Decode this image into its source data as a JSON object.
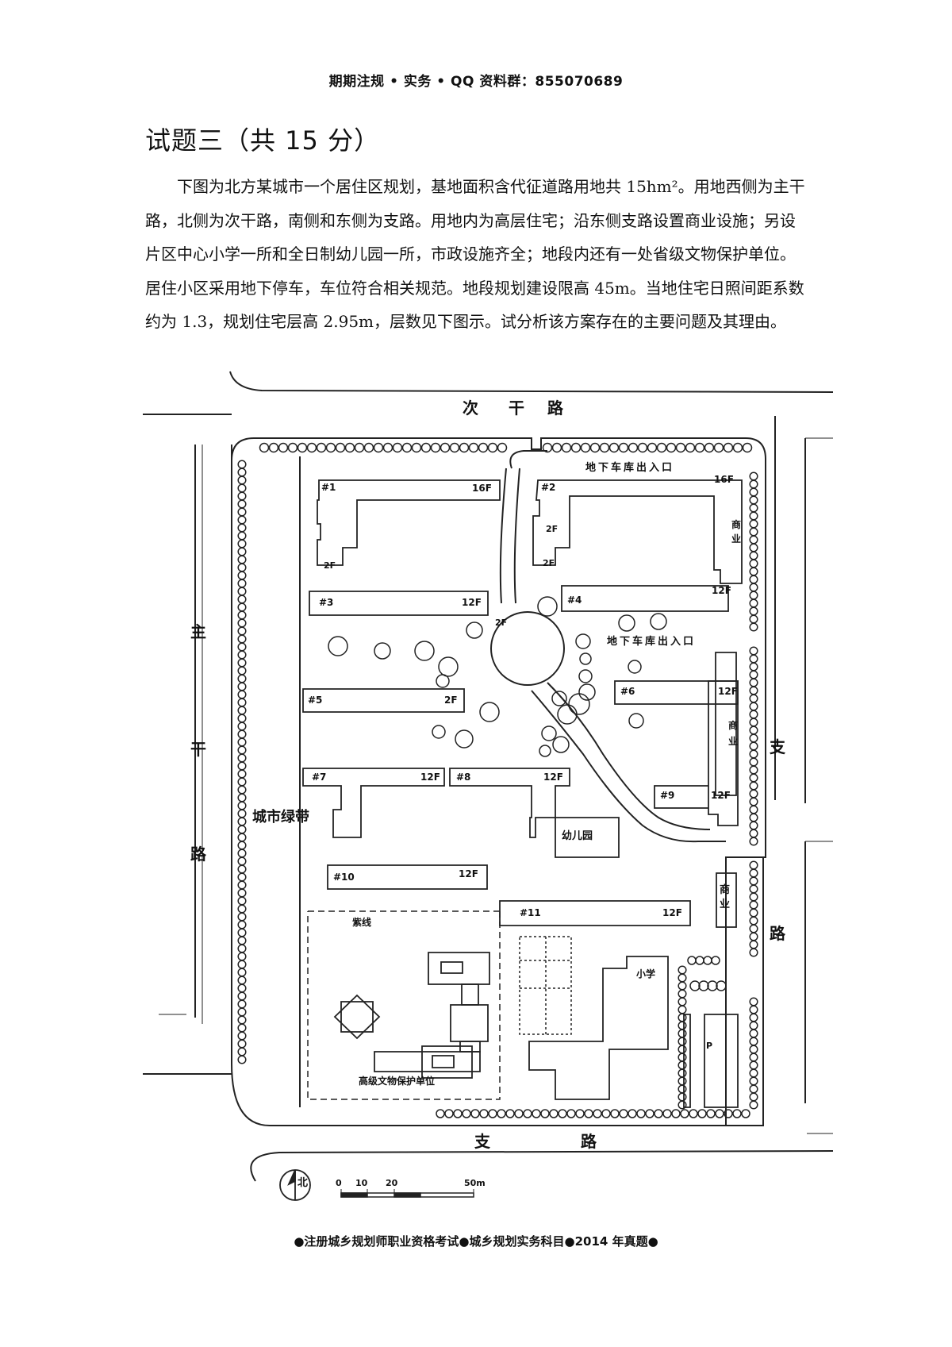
{
  "header": "期期注规 • 实务 • QQ 资料群：855070689",
  "title": "试题三（共 15 分）",
  "paragraph": "下图为北方某城市一个居住区规划，基地面积含代征道路用地共 15hm²。用地西侧为主干路，北侧为次干路，南侧和东侧为支路。用地内为高层住宅；沿东侧支路设置商业设施；另设片区中心小学一所和全日制幼儿园一所，市政设施齐全；地段内还有一处省级文物保护单位。居住小区采用地下停车，车位符合相关规范。地段规划建设限高 45m。当地住宅日照间距系数约为 1.3，规划住宅层高 2.95m，层数见下图示。试分析该方案存在的主要问题及其理由。",
  "plan": {
    "roads": {
      "north": [
        "次",
        "干",
        "路"
      ],
      "west": [
        "主",
        "干",
        "路"
      ],
      "east": [
        "支",
        "路"
      ],
      "south": [
        "支",
        "路"
      ]
    },
    "green_belt": "城市绿带",
    "buildings": [
      {
        "id": "#1",
        "floors": "16F"
      },
      {
        "id": "#2",
        "floors": "16F"
      },
      {
        "id": "#3",
        "floors": "12F"
      },
      {
        "id": "#4",
        "floors": "12F"
      },
      {
        "id": "#5",
        "floors": "2F"
      },
      {
        "id": "#6",
        "floors": "12F"
      },
      {
        "id": "#7",
        "floors": "12F"
      },
      {
        "id": "#8",
        "floors": "12F"
      },
      {
        "id": "#9",
        "floors": "12F"
      },
      {
        "id": "#10",
        "floors": "12F"
      },
      {
        "id": "#11",
        "floors": "12F"
      }
    ],
    "small_floor_labels": [
      "2F",
      "2F",
      "2F",
      "2F"
    ],
    "garage_entrance": "地下车库出入口",
    "commercial": [
      "商",
      "业"
    ],
    "kindergarten": "幼儿园",
    "school": "小学",
    "purple_line": "紫线",
    "heritage": "高级文物保护单位",
    "parking": "P",
    "north_label": "北",
    "scale_labels": [
      "0",
      "10",
      "20",
      "50m"
    ]
  },
  "footer": "●注册城乡规划师职业资格考试●城乡规划实务科目●2014 年真题●"
}
